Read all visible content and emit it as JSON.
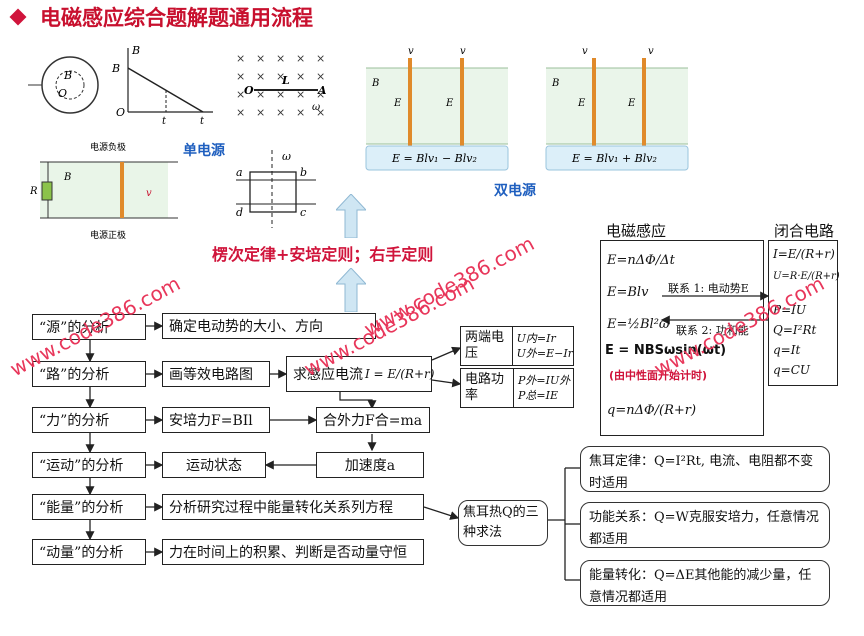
{
  "title": "电磁感应综合题解题通用流程",
  "diagrams": {
    "single_source_label": "单电源",
    "double_source_label": "双电源",
    "circle_labels": {
      "b": "B",
      "o": "O"
    },
    "graph_labels": {
      "b": "B",
      "b0": "B",
      "o": "O",
      "t1": "t",
      "t0": "t"
    },
    "rod_labels": {
      "o": "O",
      "l": "L",
      "a": "A",
      "omega": "ω"
    },
    "coil_labels": {
      "omega": "ω",
      "a": "a",
      "b": "b",
      "c": "c",
      "d": "d"
    },
    "rail_labels": {
      "neg": "电源负极",
      "pos": "电源正极",
      "r": "R",
      "b": "B",
      "v": "v"
    },
    "left_rails": {
      "v2": "v",
      "v1": "v",
      "e2": "E",
      "e1": "E",
      "b": "B",
      "eq": "E = Blv₁ − Blv₂"
    },
    "right_rails": {
      "v2": "v",
      "v1": "v",
      "e2": "E",
      "e1": "E",
      "b": "B",
      "eq": "E = Blv₁ + Blv₂"
    }
  },
  "rule_banner": "楞次定律+安培定则；右手定则",
  "watermarks": [
    "www.code386.com",
    "www.code386.com",
    "www.code386.com",
    "www.code386.com"
  ],
  "flow": {
    "left": [
      "“源”的分析",
      "“路”的分析",
      "“力”的分析",
      "“运动”的分析",
      "“能量”的分析",
      "“动量”的分析"
    ],
    "mid": {
      "emf": "确定电动势的大小、方向",
      "circuit": "画等效电路图",
      "current_prefix": "求感应电流",
      "current_eq": "I = E/(R+r)",
      "ampere": "安培力F=BIl",
      "net_force": "合外力F合=ma",
      "motion_state": "运动状态",
      "acceleration": "加速度a",
      "energy": "分析研究过程中能量转化关系列方程",
      "momentum": "力在时间上的积累、判断是否动量守恒"
    },
    "voltage": {
      "label": "两端电压",
      "eq1": "U内=Ir",
      "eq2": "U外=E−Ir"
    },
    "power": {
      "label": "电路功率",
      "eq1": "P外=IU外",
      "eq2": "P总=IE"
    }
  },
  "em_panel": {
    "title": "电磁感应",
    "eqs": [
      "E=nΔΦ/Δt",
      "E=Blv",
      "E=½Bl²ω",
      "E = NBSωsin(ωt)",
      "q=nΔΦ/(R+r)"
    ],
    "note": "(由中性面开始计时)",
    "link1": "联系 1: 电动势E",
    "link2": "联系 2: 功和能"
  },
  "closed_panel": {
    "title": "闭合电路",
    "eqs": [
      "I=E/(R+r)",
      "U=R·E/(R+r)",
      "P=IU",
      "Q=I²Rt",
      "q=It",
      "q=CU"
    ]
  },
  "joule": {
    "label": "焦耳热Q的三种求法",
    "items": [
      "焦耳定律：Q=I²Rt, 电流、电阻都不变时适用",
      "功能关系：Q=W克服安培力，任意情况都适用",
      "能量转化：Q=ΔE其他能的减少量，任意情况都适用"
    ]
  },
  "colors": {
    "title": "#c8102e",
    "accent": "#d0143b",
    "blue": "#1f5fbf",
    "arrow": "#cfe6f3"
  }
}
